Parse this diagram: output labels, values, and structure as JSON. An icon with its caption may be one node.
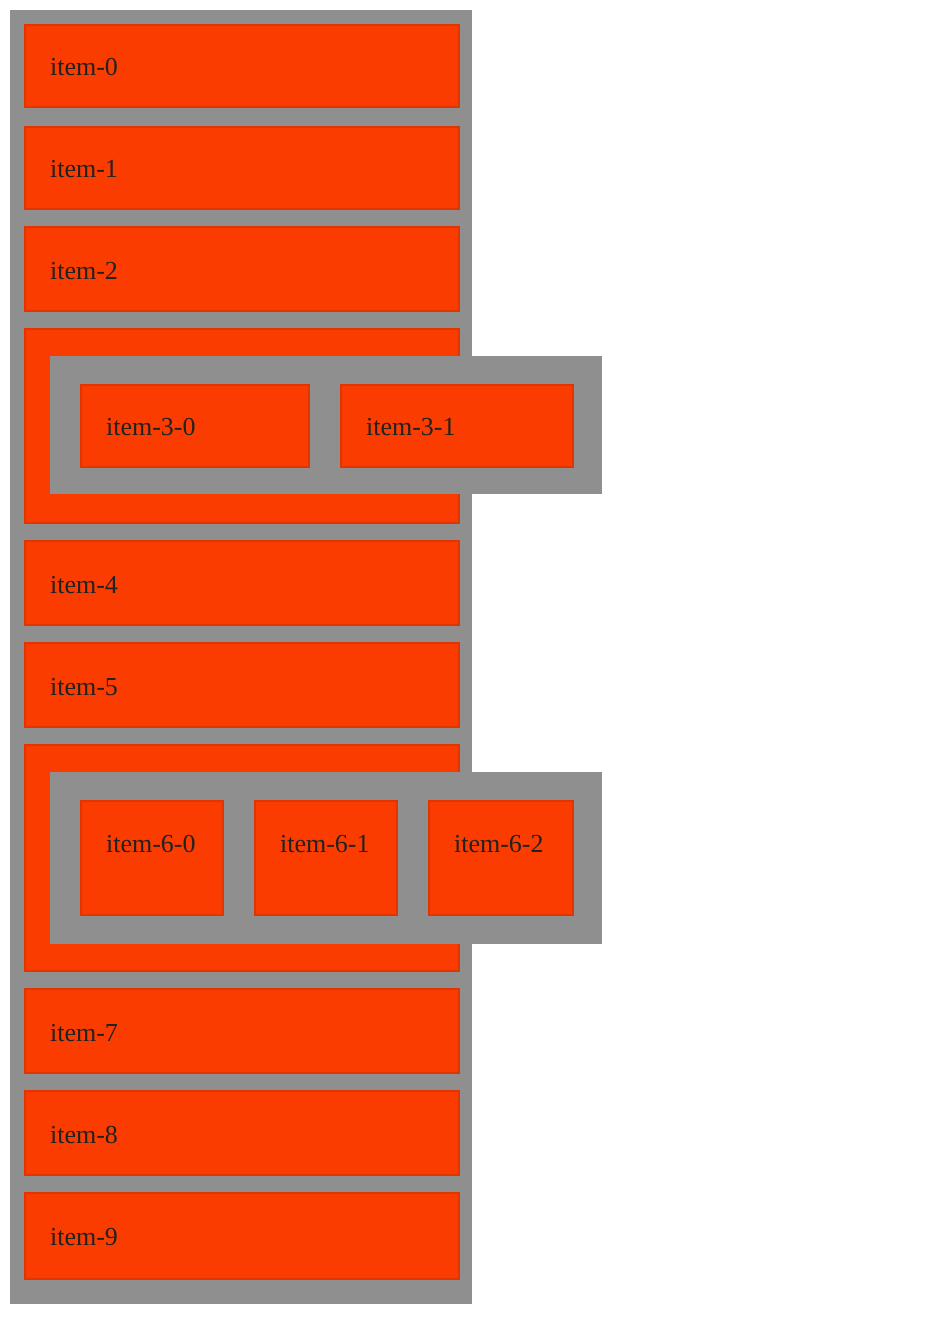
{
  "diagram": {
    "nodes": [
      {
        "text": [],
        "shape": "box"
      },
      {
        "text": [
          "item-0"
        ],
        "in": 0
      },
      {
        "text": [
          "item-1"
        ],
        "in": 0
      },
      {
        "text": [
          "item-2"
        ],
        "in": 0
      },
      {
        "text": [],
        "shape": "box",
        "in": 0
      },
      {
        "text": [],
        "shape": "box"
      },
      {
        "text": [
          "item-3-0"
        ]
      },
      {
        "text": [
          "item-3-1"
        ],
        "in": 5
      },
      {
        "text": [
          "item-4"
        ],
        "in": 0
      },
      {
        "text": [
          "item-5"
        ],
        "in": 0
      },
      {
        "text": [],
        "shape": "box",
        "in": 0
      },
      {
        "text": [],
        "shape": "box"
      },
      {
        "text": [
          "item-6-0"
        ]
      },
      {
        "text": [
          "item-6-1"
        ]
      },
      {
        "text": [
          "item-6-2"
        ],
        "in": 11
      },
      {
        "text": [
          "item-7"
        ],
        "in": 0
      },
      {
        "text": [
          "item-8"
        ],
        "in": 0
      },
      {
        "text": [
          "item-9"
        ],
        "in": 0
      }
    ],
    "edges": []
  }
}
